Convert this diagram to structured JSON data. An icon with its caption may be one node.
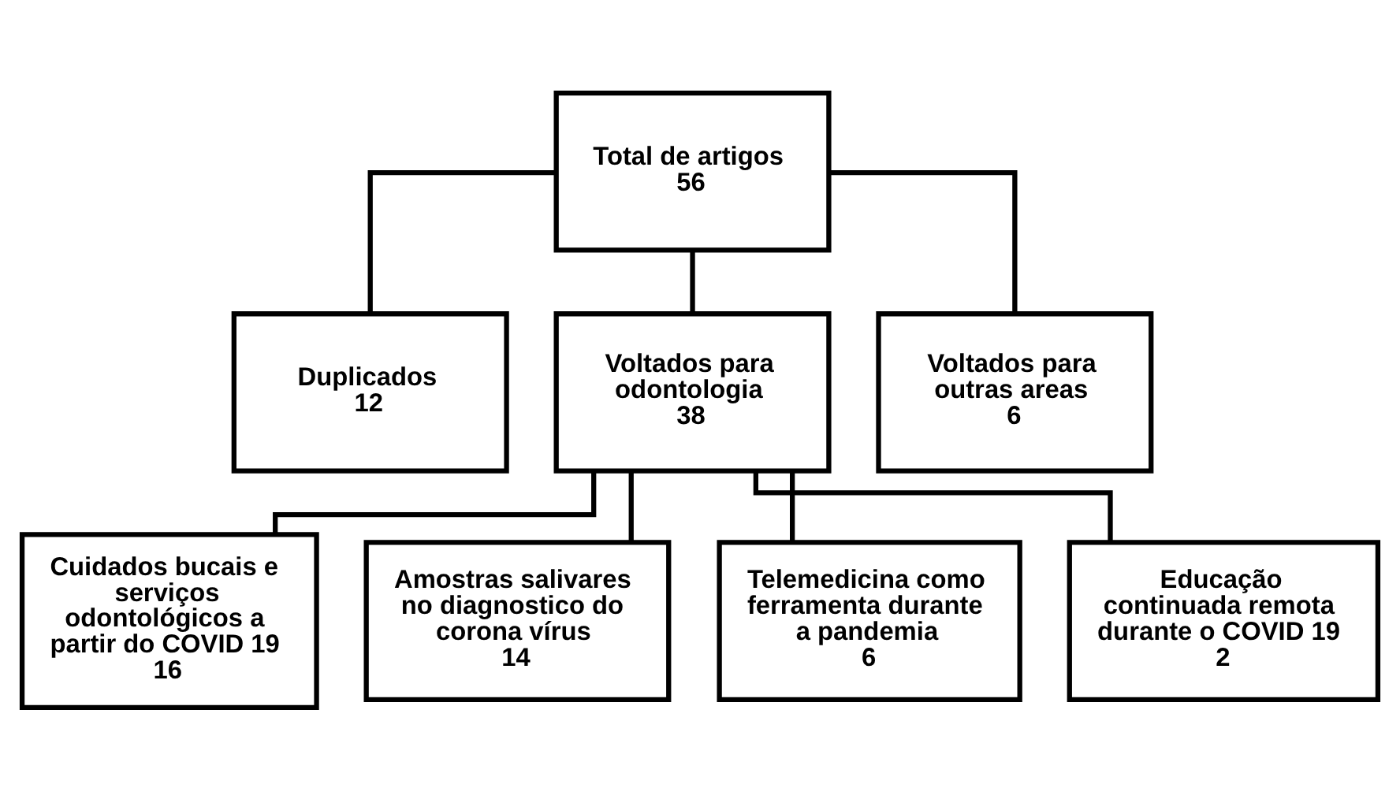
{
  "diagram": {
    "nodes": [
      {
        "text": [
          "Total de artigos",
          "56"
        ]
      },
      {
        "text": [
          "Duplicados",
          "12"
        ]
      },
      {
        "text": [
          "Voltados para odontologia",
          "38"
        ]
      },
      {
        "text": [
          "Voltados para outras areas",
          "6"
        ]
      },
      {
        "text": [
          "Cuidados bucais e serviços odontológicos a partir do COVID 19",
          "16"
        ]
      },
      {
        "text": [
          "Amostras salivares no diagnostico do corona vírus",
          "14"
        ]
      },
      {
        "text": [
          "Telemedicina como ferramenta durante a pandemia",
          "6"
        ]
      },
      {
        "text": [
          "Educação continuada remota durante o COVID 19",
          "2"
        ]
      }
    ],
    "edges": [
      {
        "from": 0,
        "to": 1,
        "arrow": "none"
      },
      {
        "from": 0,
        "to": 2,
        "arrow": "none"
      },
      {
        "from": 0,
        "to": 3,
        "arrow": "none"
      },
      {
        "from": 2,
        "to": 4,
        "arrow": "none"
      },
      {
        "from": 2,
        "to": 5,
        "arrow": "none"
      },
      {
        "from": 2,
        "to": 6,
        "arrow": "none"
      },
      {
        "from": 2,
        "to": 7,
        "arrow": "none"
      }
    ]
  }
}
